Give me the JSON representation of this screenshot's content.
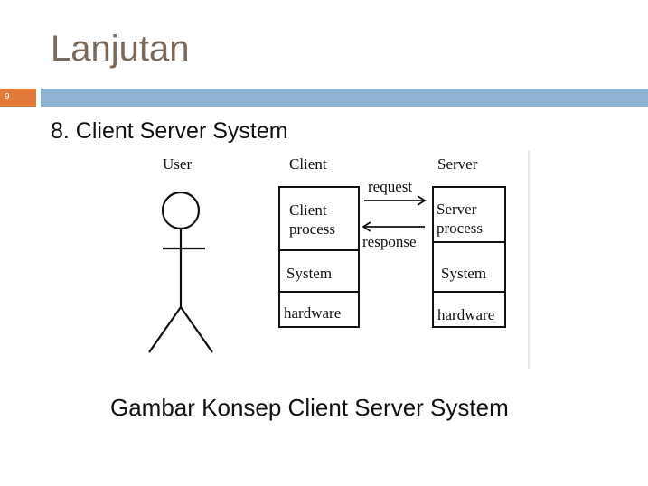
{
  "slide": {
    "title": "Lanjutan",
    "number": "9",
    "subtitle": "8. Client Server System",
    "caption": "Gambar Konsep Client Server System"
  },
  "diagram": {
    "user_label": "User",
    "client_label": "Client",
    "server_label": "Server",
    "client_process_line1": "Client",
    "client_process_line2": "process",
    "client_system": "System",
    "client_hardware": "hardware",
    "server_process_line1": "Server",
    "server_process_line2": "process",
    "server_system": "System",
    "server_hardware": "hardware",
    "request_label": "request",
    "response_label": "response"
  }
}
